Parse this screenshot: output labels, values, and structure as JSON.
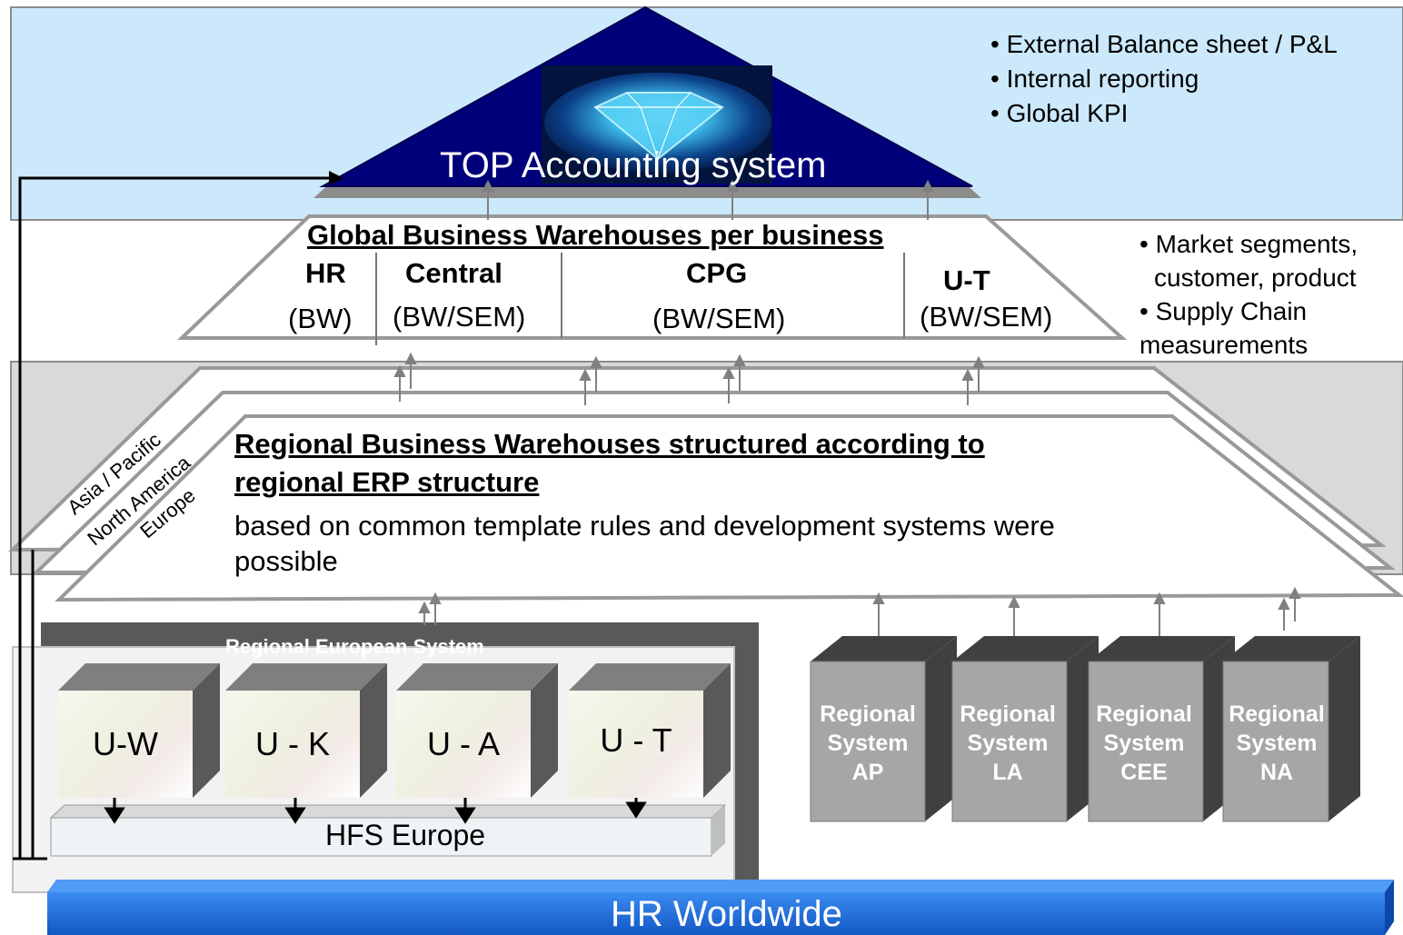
{
  "top": {
    "title": "TOP Accounting system",
    "bullets": [
      "• External Balance sheet / P&L",
      "• Internal reporting",
      "• Global KPI"
    ]
  },
  "global_bw": {
    "title": "Global Business Warehouses per business",
    "columns": [
      {
        "name": "HR",
        "system": "(BW)"
      },
      {
        "name": "Central",
        "system": "(BW/SEM)"
      },
      {
        "name": "CPG",
        "system": "(BW/SEM)"
      },
      {
        "name": "U-T",
        "system": "(BW/SEM)"
      }
    ],
    "bullets": [
      "• Market segments,",
      "customer, product",
      "• Supply Chain",
      "measurements"
    ]
  },
  "regional_bw": {
    "title_line1": "Regional Business Warehouses structured according to",
    "title_line2": "regional ERP structure",
    "body_line1": "based on common template rules and development systems were",
    "body_line2": "possible",
    "regions": [
      "Asia / Pacific",
      "North America",
      "Europe"
    ]
  },
  "european_system": {
    "label": "Regional European System",
    "units": [
      "U-W",
      "U - K",
      "U - A",
      "U - T"
    ],
    "hfs": "HFS Europe"
  },
  "regional_systems": [
    {
      "line1": "Regional",
      "line2": "System",
      "line3": "AP"
    },
    {
      "line1": "Regional",
      "line2": "System",
      "line3": "LA"
    },
    {
      "line1": "Regional",
      "line2": "System",
      "line3": "CEE"
    },
    {
      "line1": "Regional",
      "line2": "System",
      "line3": "NA"
    }
  ],
  "footer": "HR Worldwide",
  "colors": {
    "sky_band": "#cce9fb",
    "grey_band": "#d9d9d9",
    "top_triangle": "#00007a",
    "footer_blue": "#1e6fd9",
    "box_grey": "#a6a6a6",
    "box_dark": "#595959"
  }
}
